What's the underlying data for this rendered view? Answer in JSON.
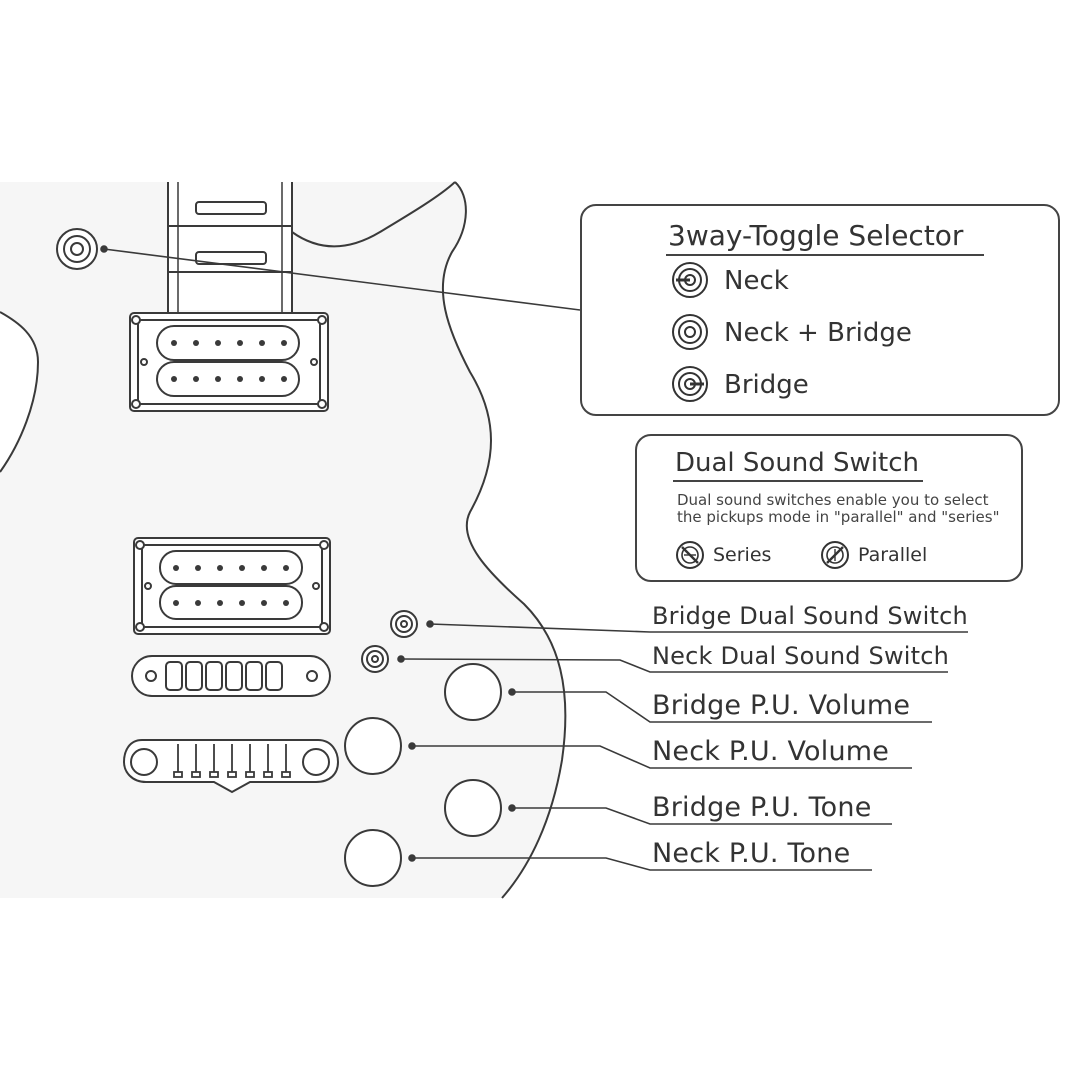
{
  "toggle_box": {
    "title": "3way-Toggle Selector",
    "options": [
      {
        "label": "Neck",
        "icon": "toggle-neck-icon"
      },
      {
        "label": "Neck + Bridge",
        "icon": "toggle-middle-icon"
      },
      {
        "label": "Bridge",
        "icon": "toggle-bridge-icon"
      }
    ]
  },
  "dual_box": {
    "title": "Dual Sound Switch",
    "description_line1": "Dual sound switches enable you to select",
    "description_line2": "the pickups mode in \"parallel\" and \"series\"",
    "series_label": "Series",
    "parallel_label": "Parallel"
  },
  "callouts": {
    "bridge_dual_sound_switch": "Bridge Dual Sound Switch",
    "neck_dual_sound_switch": "Neck Dual Sound Switch",
    "bridge_pu_volume": "Bridge P.U. Volume",
    "neck_pu_volume": "Neck P.U. Volume",
    "bridge_pu_tone": "Bridge P.U. Tone",
    "neck_pu_tone": "Neck P.U. Tone"
  },
  "colors": {
    "line": "#3a3a3a",
    "body_fill": "#f6f6f6",
    "background": "#ffffff"
  }
}
